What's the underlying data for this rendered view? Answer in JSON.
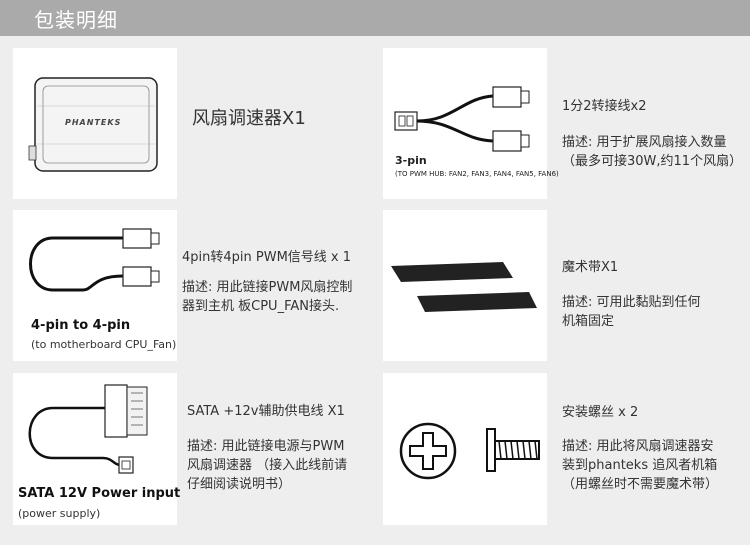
{
  "header": {
    "title": "包装明细"
  },
  "items": {
    "controller": {
      "name": "风扇调速器X1",
      "logo": "PHANTEKS"
    },
    "splitter": {
      "name": "1分2转接线x2",
      "desc_line1": "描述: 用于扩展风扇接入数量",
      "desc_line2": "（最多可接30W,约11个风扇）",
      "label_title": "3-pin",
      "label_sub": "(TO PWM HUB: FAN2, FAN3, FAN4, FAN5, FAN6)"
    },
    "pwm_cable": {
      "name": "4pin转4pin PWM信号线 x 1",
      "desc_line1": "描述: 用此链接PWM风扇控制",
      "desc_line2": "器到主机 板CPU_FAN接头.",
      "label_title": "4-pin to 4-pin",
      "label_sub": "(to motherboard CPU_Fan)"
    },
    "velcro": {
      "name": "魔术带X1",
      "desc_line1": "描述: 可用此黏贴到任何",
      "desc_line2": "机箱固定"
    },
    "sata_cable": {
      "name": "SATA +12v辅助供电线 X1",
      "desc_line1": "描述: 用此链接电源与PWM",
      "desc_line2": "风扇调速器 （接入此线前请",
      "desc_line3": "仔细阅读说明书）",
      "label_title": "SATA 12V Power input",
      "label_sub": "(power supply)"
    },
    "screws": {
      "name": "安装螺丝 x 2",
      "desc_line1": "描述: 用此将风扇调速器安",
      "desc_line2": "装到phanteks 追风者机箱",
      "desc_line3": "（用螺丝时不需要魔术带）"
    }
  }
}
